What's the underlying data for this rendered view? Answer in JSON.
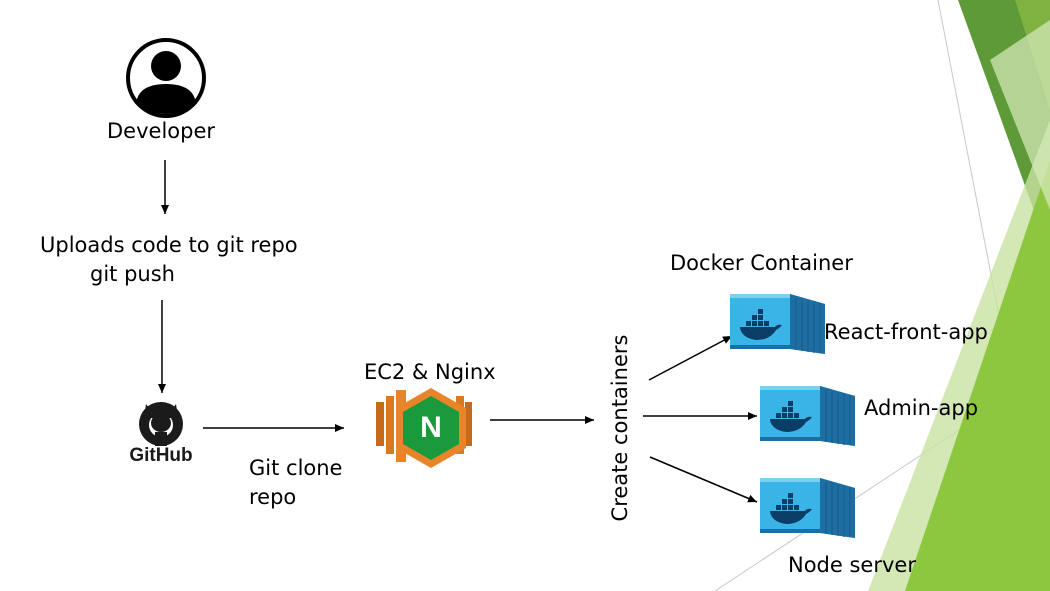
{
  "nodes": {
    "developer": {
      "label": "Developer",
      "icon": "user-avatar-icon"
    },
    "uploads": {
      "line1": "Uploads code to git repo",
      "line2": "git push"
    },
    "github": {
      "label": "GitHub",
      "icon": "github-octocat-icon"
    },
    "clone": {
      "line1": "Git clone",
      "line2": "repo"
    },
    "ec2": {
      "label": "EC2 & Nginx",
      "icon": "nginx-hexagon-icon",
      "letter": "N"
    },
    "create": {
      "label": "Create containers"
    },
    "docker_group": {
      "label": "Docker Container"
    },
    "containers": [
      {
        "label": "React-front-app",
        "icon": "docker-container-icon"
      },
      {
        "label": "Admin-app",
        "icon": "docker-container-icon"
      },
      {
        "label": "Node server",
        "icon": "docker-container-icon"
      }
    ]
  },
  "colors": {
    "nginx_green": "#1a9a3c",
    "nginx_orange": "#e8852a",
    "container_blue": "#3ab4e6",
    "decor_green_dark": "#5e9a37",
    "decor_green_light": "#8dc63f"
  }
}
